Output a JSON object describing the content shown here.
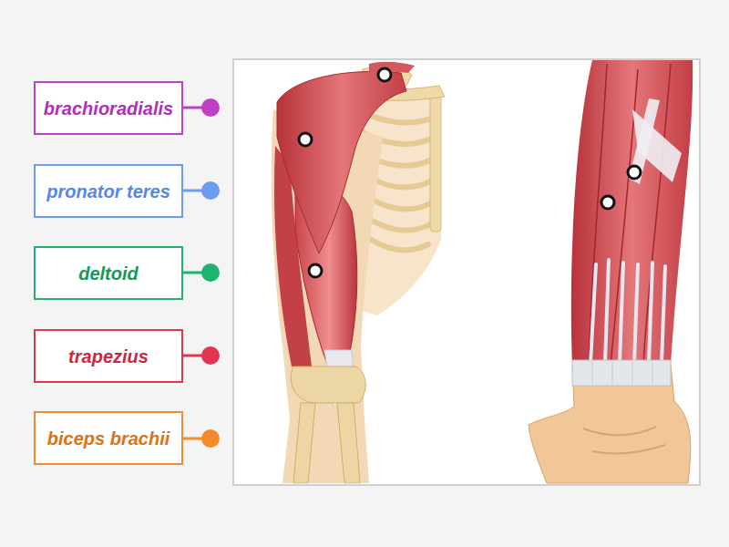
{
  "diagram": {
    "nodes": [
      {
        "text": [
          "brachioradialis"
        ]
      },
      {
        "text": [
          "pronator teres"
        ]
      },
      {
        "text": [
          "deltoid"
        ]
      },
      {
        "text": [
          "trapezius"
        ]
      },
      {
        "text": [
          "biceps brachii"
        ]
      }
    ]
  }
}
